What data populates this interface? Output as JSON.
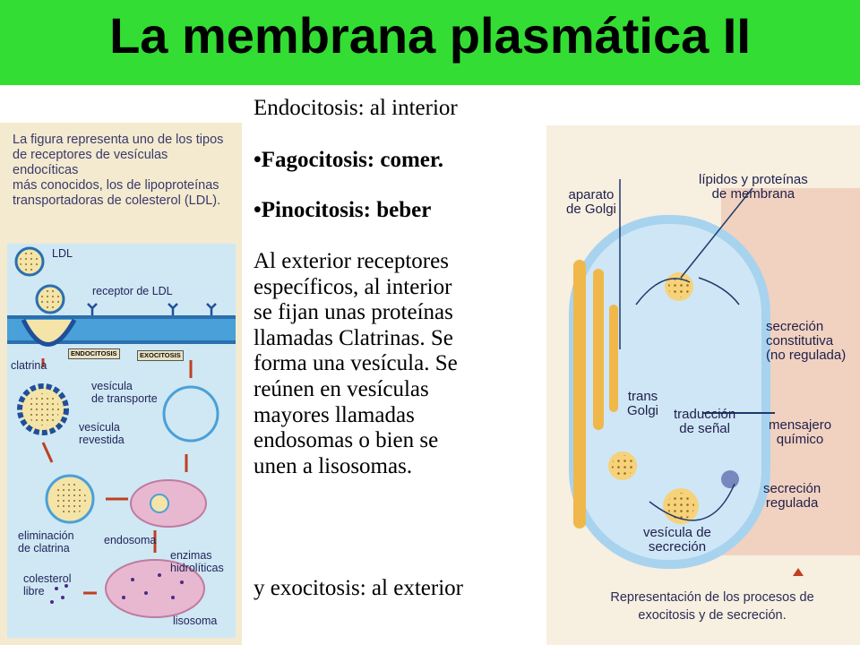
{
  "title": "La membrana plasmática II",
  "left_figure": {
    "caption_lines": [
      "La figura representa uno de los tipos",
      "de receptores de vesículas endocíticas",
      "más conocidos, los de lipoproteínas",
      "transportadoras de colesterol (LDL)."
    ],
    "labels": {
      "ldl": "LDL",
      "receptor": "receptor de LDL",
      "clatrina": "clatrina",
      "endocitosis": "ENDOCITOSIS",
      "exocitosis": "EXOCITOSIS",
      "vesicula_transporte": "vesícula\nde transporte",
      "vesicula_revestida": "vesícula\nrevestida",
      "eliminacion": "eliminación\nde clatrina",
      "endosoma": "endosoma",
      "enzimas": "enzimas\nhidrolíticas",
      "colesterol": "colesterol\nlibre",
      "lisosoma": "lisosoma"
    }
  },
  "center_text": {
    "line1": "Endocitosis: al interior",
    "bullet1": "•Fagocitosis: comer.",
    "bullet2": "•Pinocitosis: beber",
    "paragraph": "Al exterior receptores\nespecíficos, al interior\nse fijan unas proteínas\nllamadas Clatrinas. Se\nforma una vesícula. Se\nreúnen en vesículas\nmayores llamadas\nendosomas o bien se\nunen a lisosomas.",
    "last": "y exocitosis: al exterior"
  },
  "right_figure": {
    "labels": {
      "aparato": "aparato\nde Golgi",
      "lipidos": "lípidos y proteínas\nde membrana",
      "secrecion_constitutiva": "secreción\nconstitutiva\n(no regulada)",
      "trans_golgi": "trans\nGolgi",
      "traduccion": "traducción\nde señal",
      "mensajero": "mensajero\nquímico",
      "secrecion_regulada": "secreción\nregulada",
      "vesicula_secrecion": "vesícula de\nsecreción"
    },
    "caption": "Representación de los procesos de\nexocitosis y de secreción."
  }
}
